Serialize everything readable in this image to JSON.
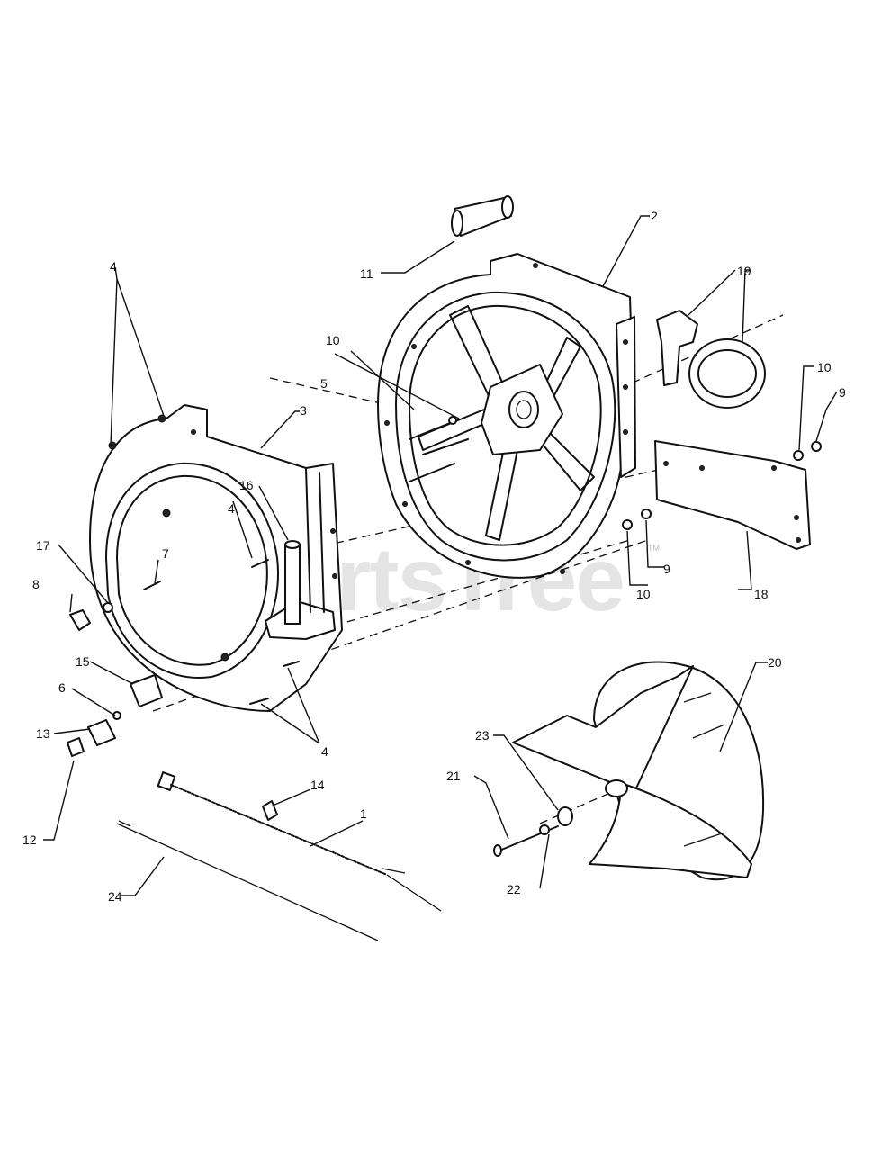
{
  "diagram": {
    "watermark": "PartsTree",
    "watermark_tm": "TM",
    "callouts": [
      {
        "id": "c1",
        "text": "1"
      },
      {
        "id": "c2",
        "text": "2"
      },
      {
        "id": "c3",
        "text": "3"
      },
      {
        "id": "c4a",
        "text": "4"
      },
      {
        "id": "c4b",
        "text": "4"
      },
      {
        "id": "c4c",
        "text": "4"
      },
      {
        "id": "c5",
        "text": "5"
      },
      {
        "id": "c6",
        "text": "6"
      },
      {
        "id": "c7",
        "text": "7"
      },
      {
        "id": "c8",
        "text": "8"
      },
      {
        "id": "c9a",
        "text": "9"
      },
      {
        "id": "c9b",
        "text": "9"
      },
      {
        "id": "c10a",
        "text": "10"
      },
      {
        "id": "c10b",
        "text": "10"
      },
      {
        "id": "c10c",
        "text": "10"
      },
      {
        "id": "c11",
        "text": "11"
      },
      {
        "id": "c12",
        "text": "12"
      },
      {
        "id": "c13",
        "text": "13"
      },
      {
        "id": "c14",
        "text": "14"
      },
      {
        "id": "c15",
        "text": "15"
      },
      {
        "id": "c16",
        "text": "16"
      },
      {
        "id": "c17",
        "text": "17"
      },
      {
        "id": "c18",
        "text": "18"
      },
      {
        "id": "c19",
        "text": "19"
      },
      {
        "id": "c20",
        "text": "20"
      },
      {
        "id": "c21",
        "text": "21"
      },
      {
        "id": "c22",
        "text": "22"
      },
      {
        "id": "c23",
        "text": "23"
      },
      {
        "id": "c24",
        "text": "24"
      }
    ]
  }
}
